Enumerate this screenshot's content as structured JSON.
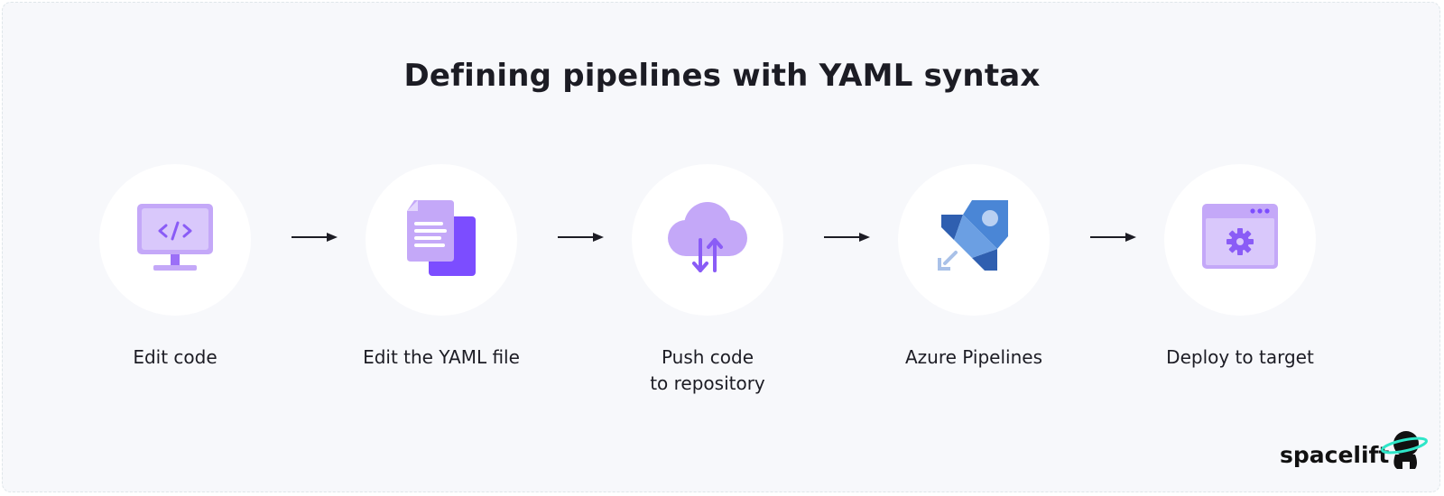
{
  "diagram": {
    "title": "Defining pipelines with YAML syntax",
    "steps": [
      {
        "label_lines": [
          "Edit code"
        ],
        "icon": "monitor-code-icon"
      },
      {
        "label_lines": [
          "Edit the YAML file"
        ],
        "icon": "document-stack-icon"
      },
      {
        "label_lines": [
          "Push code",
          "to repository"
        ],
        "icon": "cloud-sync-icon"
      },
      {
        "label_lines": [
          "Azure Pipelines"
        ],
        "icon": "azure-pipelines-rocket-icon"
      },
      {
        "label_lines": [
          "Deploy to target"
        ],
        "icon": "browser-gear-icon"
      }
    ]
  },
  "brand": {
    "name": "spacelift",
    "colors": {
      "accent": "#8a5cf6",
      "light_accent": "#c4a8f8",
      "azure": "#3a6fc1",
      "arrow": "#1c1c24"
    }
  }
}
